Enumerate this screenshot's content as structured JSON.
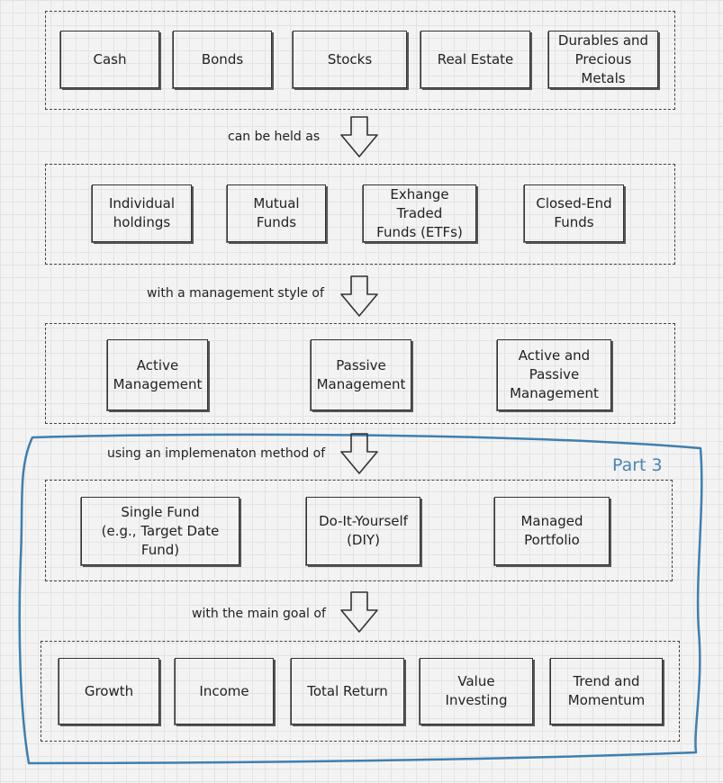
{
  "assets": [
    "Cash",
    "Bonds",
    "Stocks",
    "Real Estate",
    "Durables and\nPrecious Metals"
  ],
  "connector1": "can be held as",
  "vehicles": [
    "Individual\nholdings",
    "Mutual Funds",
    "Exhange Traded\nFunds (ETFs)",
    "Closed-End\nFunds"
  ],
  "connector2": "with a management style of",
  "styles": [
    "Active\nManagement",
    "Passive\nManagement",
    "Active and\nPassive\nManagement"
  ],
  "connector3": "using an implemenaton method of",
  "part_label": "Part 3",
  "methods": [
    "Single Fund\n(e.g., Target Date Fund)",
    "Do-It-Yourself\n(DIY)",
    "Managed\nPortfolio"
  ],
  "connector4": "with the main goal of",
  "goals": [
    "Growth",
    "Income",
    "Total Return",
    "Value\nInvesting",
    "Trend and\nMomentum"
  ],
  "colors": {
    "part3_outline": "#3f7fb0",
    "ink": "#333333"
  }
}
